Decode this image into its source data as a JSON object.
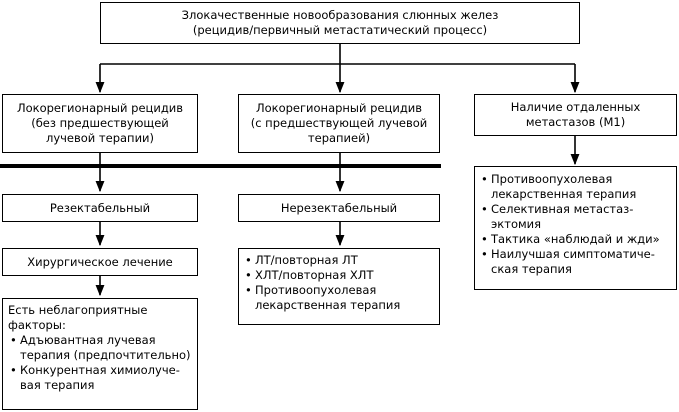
{
  "root": {
    "lines": [
      "Злокачественные новообразования слюнных желез",
      "(рецидив/первичный метастатический процесс)"
    ]
  },
  "categories": {
    "no_rt": [
      "Локорегионарный рецидив",
      "(без предшествующей",
      "лучевой терапии)"
    ],
    "with_rt": [
      "Локорегионарный рецидив",
      "(с предшествующей лучевой",
      "терапией)"
    ],
    "m1": [
      "Наличие отдаленных",
      "метастазов (М1)"
    ]
  },
  "resectable": "Резектабельный",
  "unresectable": "Нерезектабельный",
  "surgery": "Хирургическое лечение",
  "unresectable_options": [
    [
      "ЛТ/повторная ЛТ"
    ],
    [
      "ХЛТ/повторная ХЛТ"
    ],
    [
      "Противоопухолевая",
      "лекарственная терапия"
    ]
  ],
  "m1_options": [
    [
      "Противоопухолевая",
      "лекарственная терапия"
    ],
    [
      "Селективная метастаз-",
      "эктомия"
    ],
    [
      "Тактика «наблюдай и жди»"
    ],
    [
      "Наилучшая симптоматиче-",
      "ская терапия"
    ]
  ],
  "adverse": {
    "heading": [
      "Есть неблагоприятные",
      "факторы:"
    ],
    "items": [
      [
        "Адъювантная лучевая",
        "терапия (предпочтительно)"
      ],
      [
        "Конкурентная химиолуче-",
        "вая терапия"
      ]
    ]
  }
}
